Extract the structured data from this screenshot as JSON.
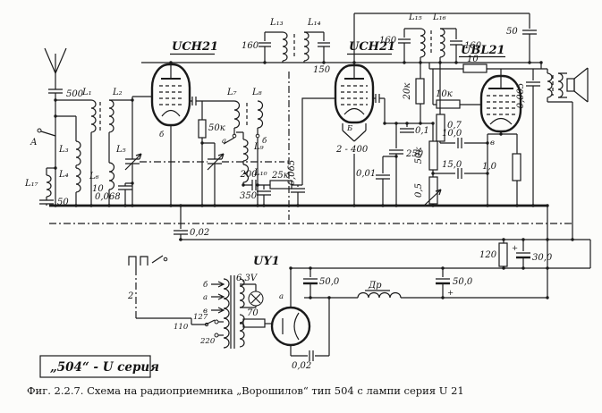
{
  "figure": {
    "series_box": "„504“ - U серия",
    "caption": "Фиг. 2.2.7. Схема на радиоприемника „Ворошилов“ тип 504 с лампи серия U 21"
  },
  "tubes": {
    "tube1": "UCH21",
    "tube2": "UCH21",
    "tube3": "UBL21",
    "tube4": "UY1"
  },
  "sections": {
    "antenna": {
      "c500": "500",
      "l1": "L₁",
      "l2": "L₂",
      "switch": "А",
      "l3": "L₃",
      "l4": "L₄",
      "l5": "L₅",
      "l6": "L₆",
      "v10": "10",
      "c0068": "0,068",
      "l17": "L₁₇",
      "c50": "50"
    },
    "mixer": {
      "r50k": "50к",
      "pin": "б",
      "l7": "L₇",
      "l8": "L₈",
      "ta": "а",
      "tb": "б",
      "l9": "L₉",
      "l10": "L₁₀",
      "c200": "200",
      "r25k": "25к",
      "c350": "350",
      "c0065": "0,065",
      "c002": "0,02"
    },
    "ift1": {
      "c160": "160",
      "l13": "L₁₃",
      "l14": "L₁₄",
      "c150": "150"
    },
    "if_stage": {
      "pin": "Б",
      "gang": "2 - 400",
      "c01": "0,1",
      "c250": "250",
      "c001": "0,01",
      "r50k": "50к",
      "r05": "0,5",
      "c10": "10,0",
      "c15": "15,0",
      "r20k": "20к",
      "r07": "0,7"
    },
    "ift2": {
      "l15": "L₁₅",
      "l16": "L₁₆",
      "c160a": "160",
      "c160b": "160"
    },
    "output": {
      "c50": "50",
      "r10": "10",
      "r10k": "10к",
      "c0005": "0,005",
      "pin": "в",
      "r1": "1,0",
      "r120": "120",
      "c30": "30,0",
      "plus30": "+"
    },
    "power": {
      "t2": "2",
      "tap_b": "б",
      "tap_a": "а",
      "tap_v": "в",
      "v110": "110",
      "v127": "127",
      "v220": "220",
      "lamp": "6,3V",
      "r70": "70",
      "pin_a": "а",
      "c50a": "50,0",
      "choke": "Др",
      "c50b": "50,0",
      "plus50": "+",
      "c002": "0,02"
    }
  }
}
